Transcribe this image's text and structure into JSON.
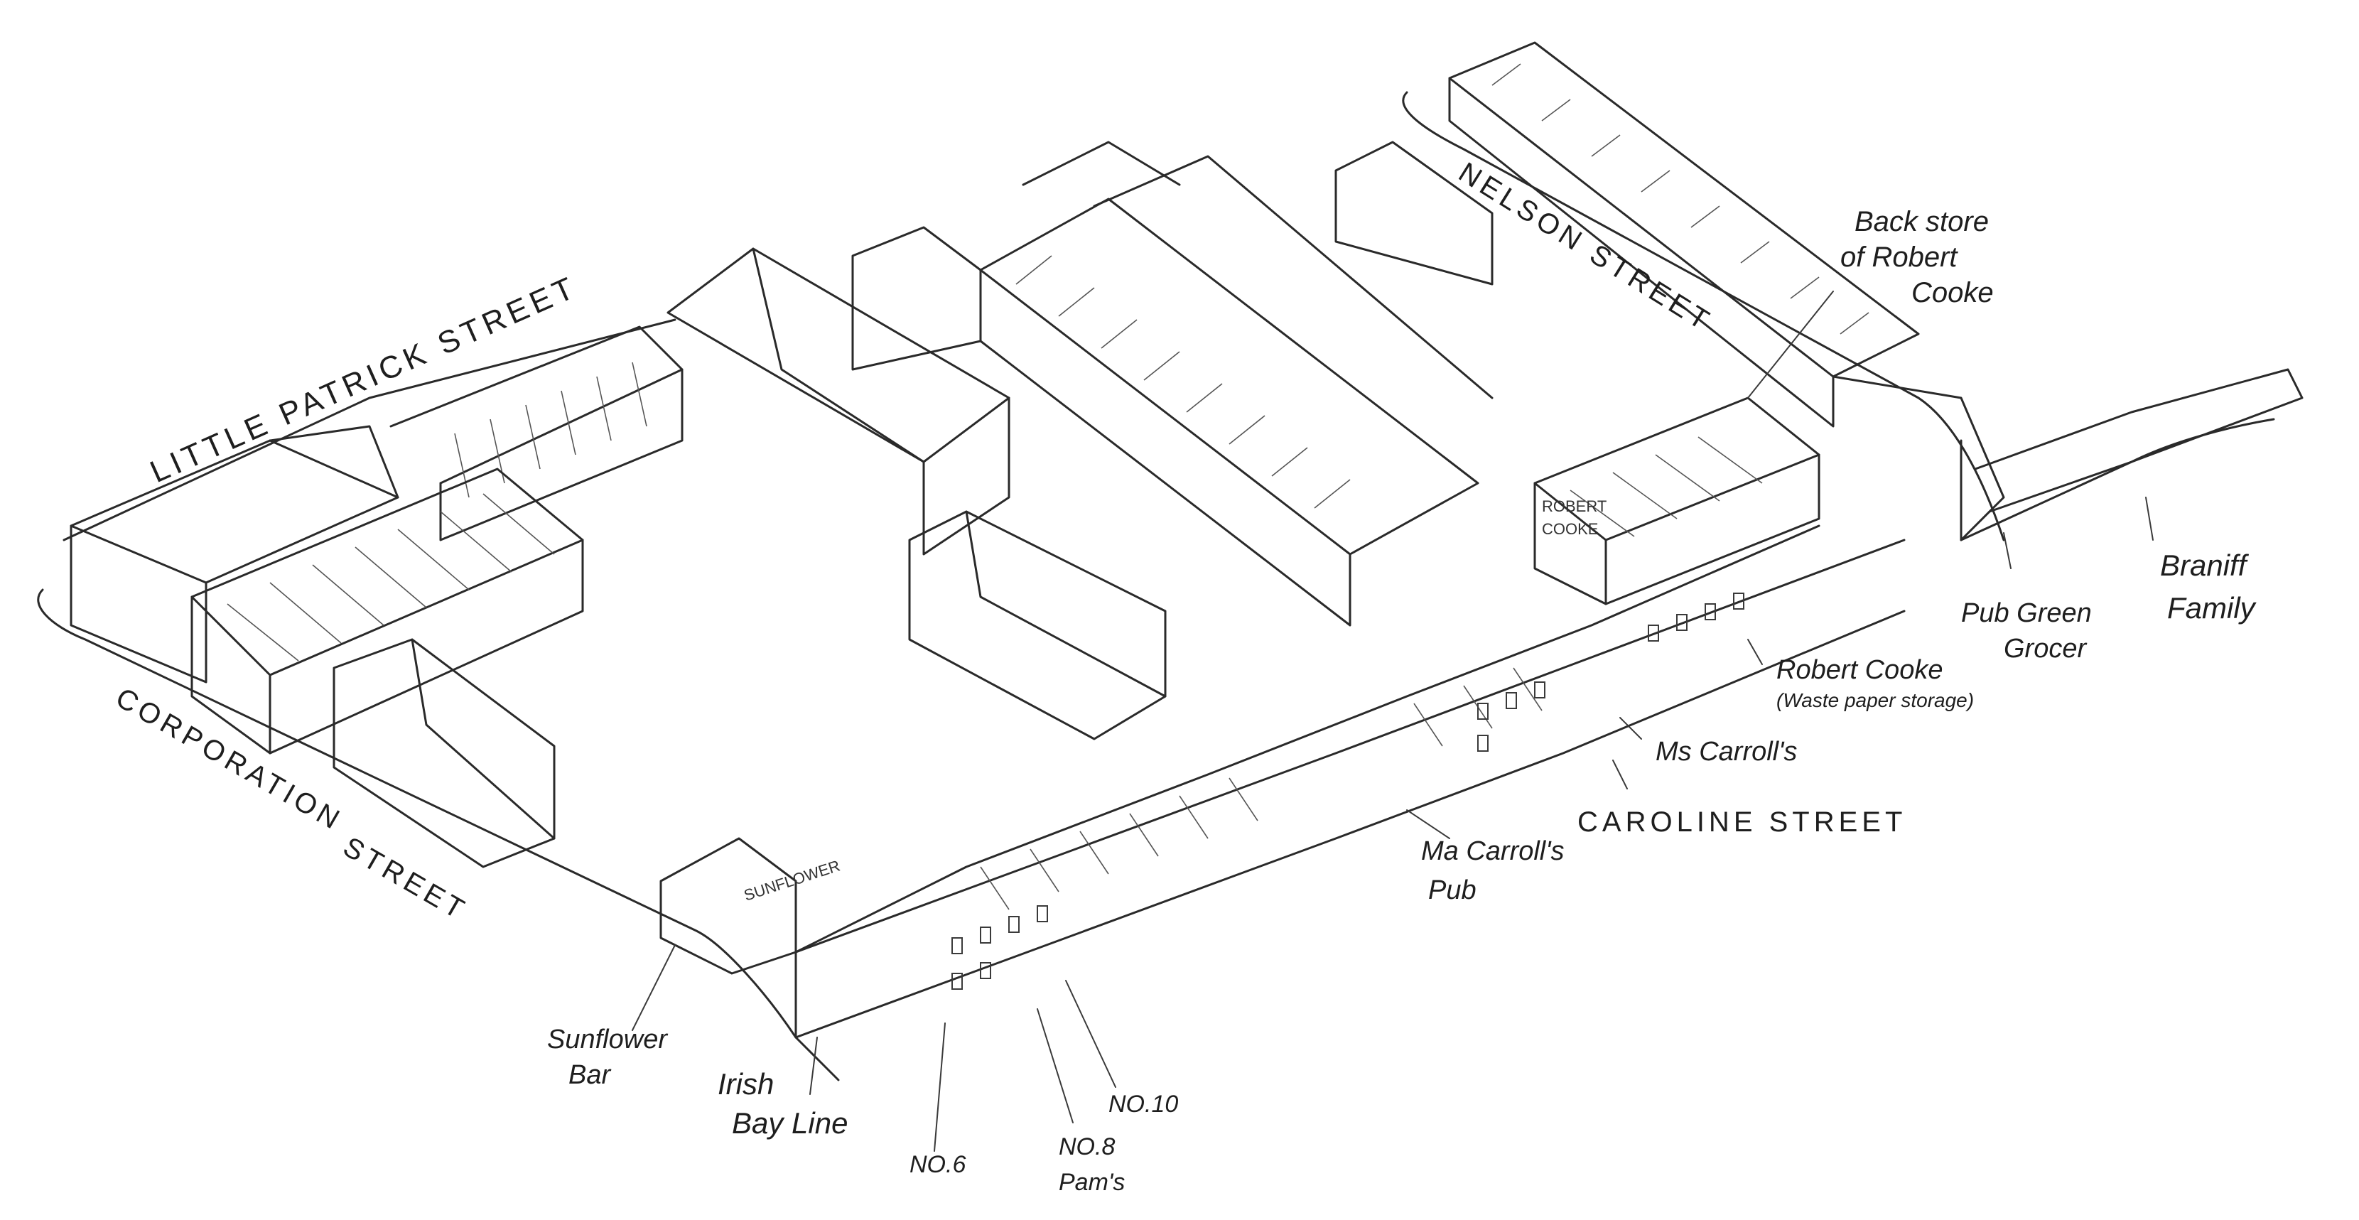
{
  "streets": {
    "little_patrick": "LITTLE PATRICK STREET",
    "nelson": "NELSON STREET",
    "corporation_line1": "CORPORATION",
    "corporation_line2": "STREET",
    "caroline": "CAROLINE STREET"
  },
  "building_signs": {
    "robert_cooke_line1": "ROBERT",
    "robert_cooke_line2": "COOKE",
    "sunflower": "SUNFLOWER"
  },
  "labels": {
    "back_store_line1": "Back store",
    "back_store_line2": "of Robert",
    "back_store_line3": "Cooke",
    "braniff_line1": "Braniff",
    "braniff_line2": "Family",
    "pub_green_grocer_line1": "Pub Green",
    "pub_green_grocer_line2": "Grocer",
    "robert_cooke_line1": "Robert Cooke",
    "robert_cooke_line2": "(Waste paper storage)",
    "ms_carrolls": "Ms Carroll's",
    "ma_carrolls_line1": "Ma Carroll's",
    "ma_carrolls_line2": "Pub",
    "sunflower_bar_line1": "Sunflower",
    "sunflower_bar_line2": "Bar",
    "irish_bay_line_line1": "Irish",
    "irish_bay_line_line2": "Bay Line",
    "no6": "NO.6",
    "no8_line1": "NO.8",
    "no8_line2": "Pam's",
    "no10": "NO.10"
  },
  "colors": {
    "ink": "#2a2a2a",
    "paper": "#ffffff"
  }
}
